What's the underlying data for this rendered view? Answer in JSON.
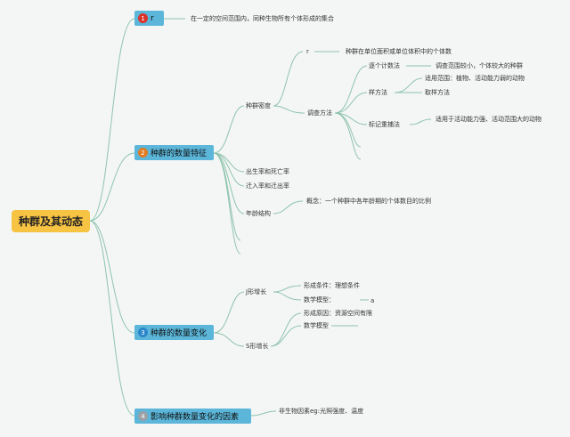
{
  "root": {
    "label": "种群及其动态"
  },
  "topics": [
    {
      "badge": "1",
      "label": "r",
      "badge_color": "#d9342b",
      "note": "在一定的空间范围内，同种生物所有个体形成的集合"
    },
    {
      "badge": "2",
      "label": "种群的数量特征",
      "badge_color": "#e07b24"
    },
    {
      "badge": "3",
      "label": "种群的数量变化",
      "badge_color": "#2a86c9"
    },
    {
      "badge": "4",
      "label": "影响种群数量变化的因素",
      "badge_color": "#9aa0a6"
    }
  ],
  "features": {
    "density": "种群密度",
    "density_r": "r",
    "density_def": "种群在单位面积或单位体积中的个体数",
    "survey": "调查方法",
    "count": "逐个计数法",
    "count_note": "调查范围较小，个体较大的种群",
    "quadrat": "样方法",
    "quadrat_scope": "适用范围：植物、活动能力弱的动物",
    "quadrat_take": "取样方法",
    "mark": "标记重捕法",
    "mark_note": "适用于活动能力强、活动范围大的动物",
    "birth": "出生率和死亡率",
    "migration": "迁入率和迁出率",
    "age": "年龄结构",
    "age_concept": "概念：一个种群中各年龄期的个体数目的比例"
  },
  "changes": {
    "j": "J形增长",
    "j_cond": "形成条件：理想条件",
    "j_model": "数学模型：",
    "j_model_sym": "a",
    "s": "S形增长",
    "s_cause": "形成原因：资源空间有限",
    "s_model": "数学模型"
  },
  "factors": {
    "abiotic": "非生物因素eg:光照强度、温度"
  },
  "colors": {
    "line": "#8fc3ae",
    "root": "#f6c343",
    "topic": "#5bb6d9"
  }
}
